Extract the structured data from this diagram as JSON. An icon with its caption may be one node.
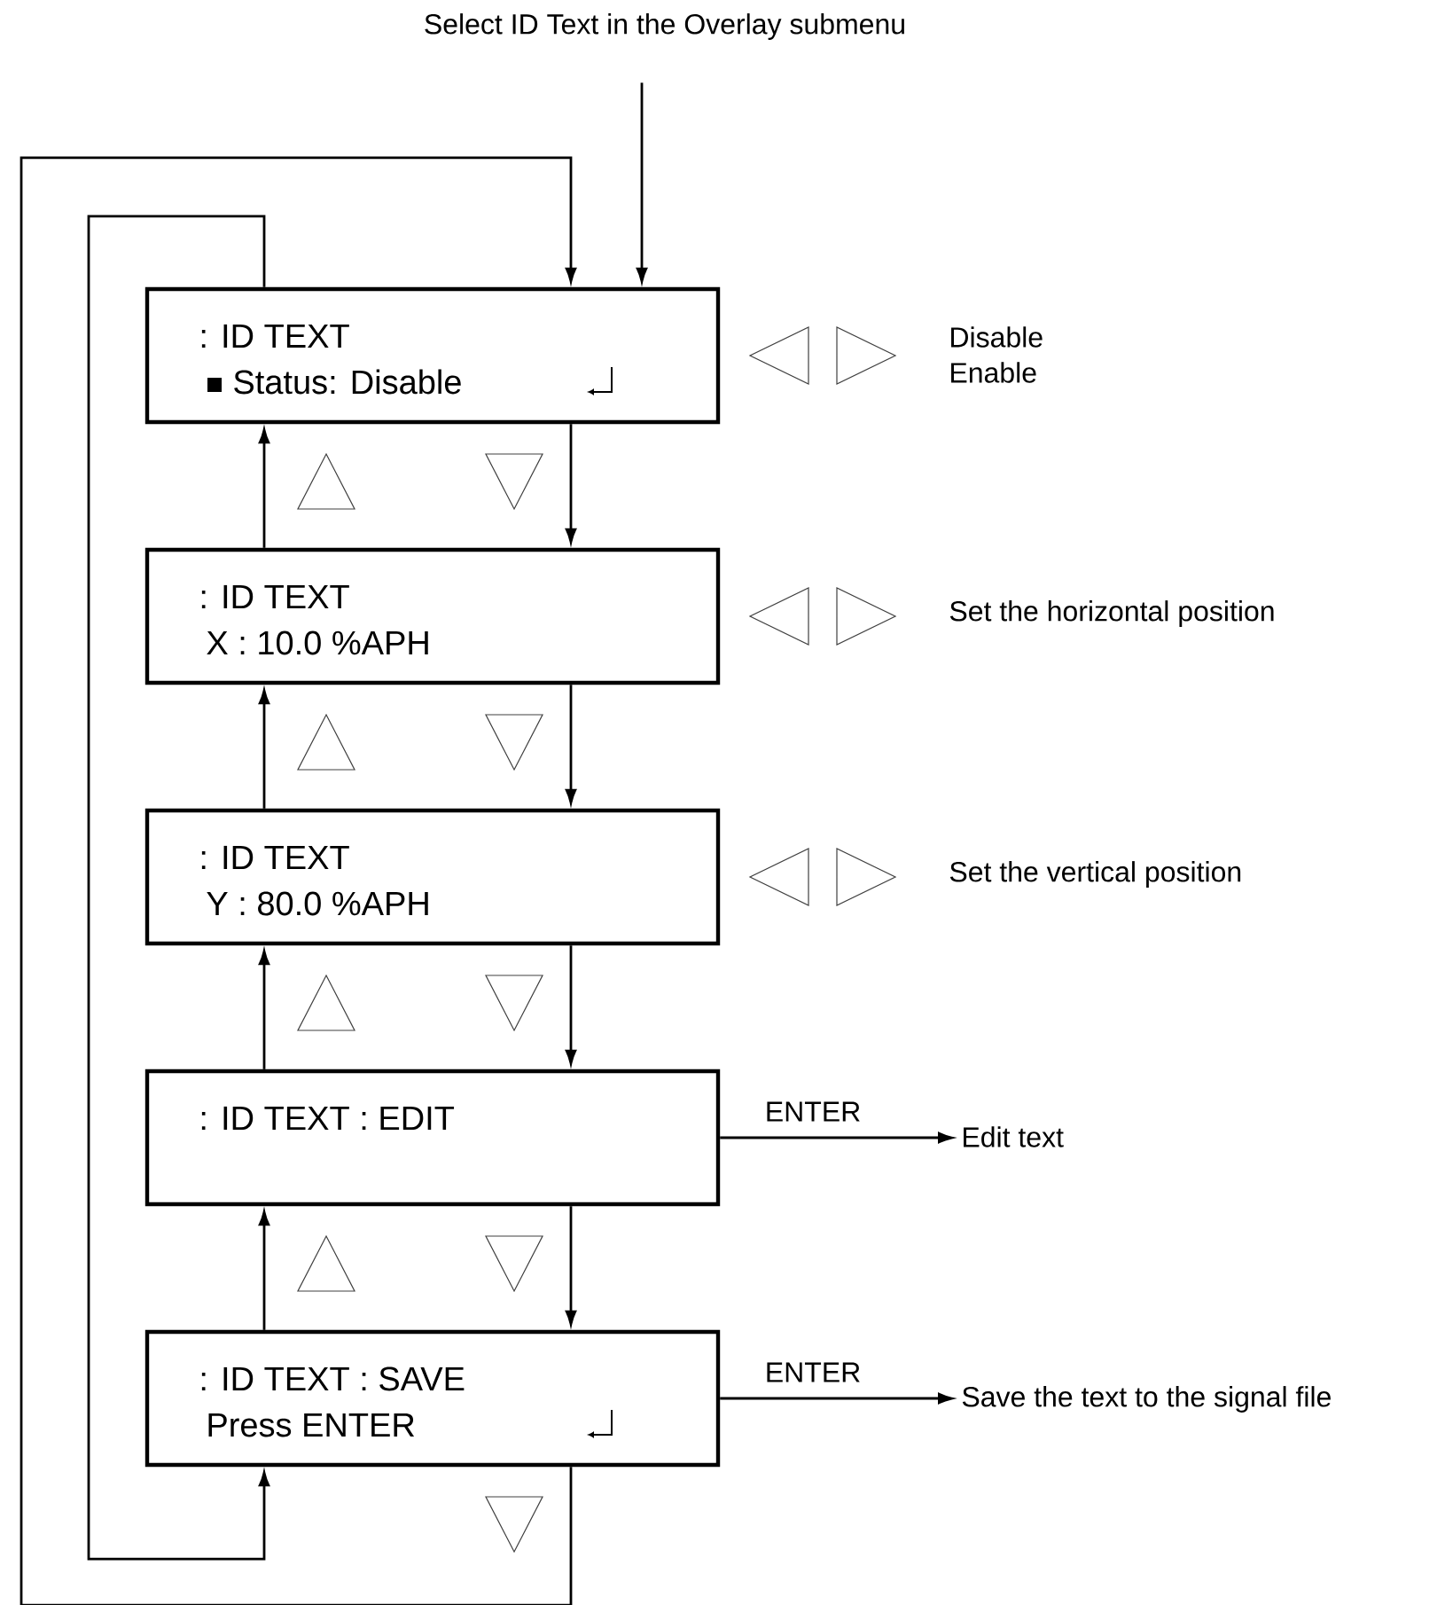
{
  "diagram": {
    "nodes": [
      {
        "text": [
          "Select ID Text in the Overlay submenu"
        ]
      },
      {
        "text": [
          ": ID TEXT",
          "Status: Disable"
        ]
      },
      {
        "text": [
          ": ID TEXT",
          "X : 10.0 %APH"
        ]
      },
      {
        "text": [
          ": ID TEXT",
          "Y : 80.0 %APH"
        ]
      },
      {
        "text": [
          ": ID TEXT : EDIT"
        ]
      },
      {
        "text": [
          ": ID TEXT : SAVE",
          "Press ENTER"
        ]
      },
      {
        "text": [
          "Edit text"
        ]
      },
      {
        "text": [
          "Save the text to the signal file"
        ]
      }
    ],
    "edges": [
      {
        "from": 0,
        "to": 1,
        "arrow": "to"
      },
      {
        "from": 1,
        "to": 2,
        "arrow": "to"
      },
      {
        "from": 2,
        "to": 3,
        "arrow": "to"
      },
      {
        "from": 3,
        "to": 4,
        "arrow": "to"
      },
      {
        "from": 4,
        "to": 5,
        "arrow": "to"
      },
      {
        "from": 2,
        "to": 1,
        "arrow": "to"
      },
      {
        "from": 3,
        "to": 2,
        "arrow": "to"
      },
      {
        "from": 4,
        "to": 3,
        "arrow": "to"
      },
      {
        "from": 5,
        "to": 4,
        "arrow": "to"
      },
      {
        "from": 1,
        "to": 5,
        "arrow": "to"
      },
      {
        "from": 5,
        "to": 1,
        "arrow": "to"
      },
      {
        "from": 4,
        "to": 6,
        "arrow": "to",
        "label": "ENTER"
      },
      {
        "from": 5,
        "to": 7,
        "arrow": "to",
        "label": "ENTER"
      }
    ],
    "labels": [
      "Disable",
      "Enable",
      "Set the horizontal position",
      "Set the vertical position"
    ]
  }
}
